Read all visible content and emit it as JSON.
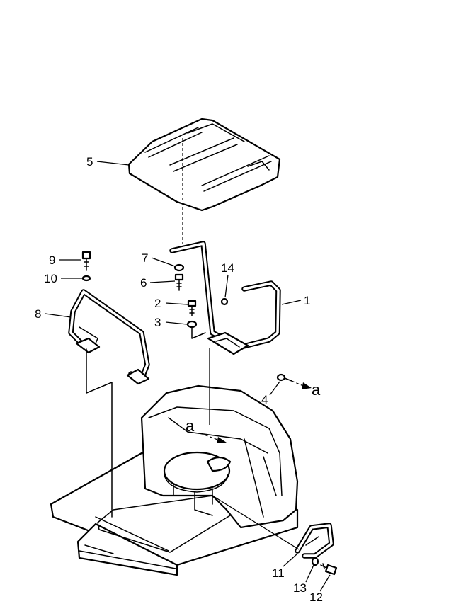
{
  "callouts": [
    "1",
    "2",
    "3",
    "4",
    "5",
    "6",
    "7",
    "8",
    "9",
    "10",
    "11",
    "12",
    "13",
    "14"
  ],
  "reference_marks": {
    "a_upper": "a",
    "a_lower": "a"
  }
}
